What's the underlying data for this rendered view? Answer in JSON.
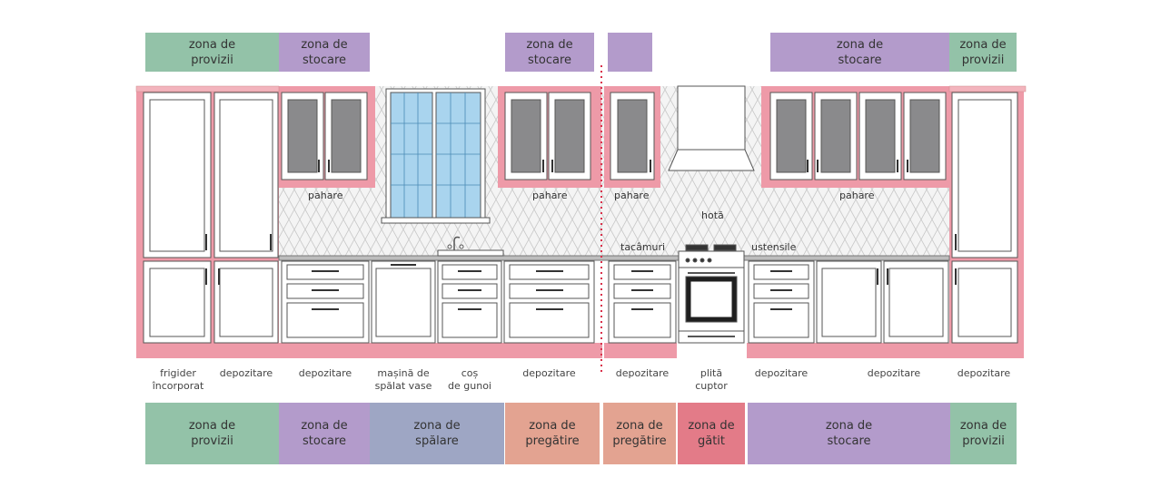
{
  "top_zones": [
    {
      "text": "zona de\nprovizii",
      "kind": "provizii"
    },
    {
      "text": "zona de\nstocare",
      "kind": "stocare"
    },
    {
      "text": "zona de\nstocare",
      "kind": "stocare"
    },
    {
      "text": "",
      "kind": "stocare"
    },
    {
      "text": "zona de\nstocare",
      "kind": "stocare"
    },
    {
      "text": "zona de\nprovizii",
      "kind": "provizii"
    }
  ],
  "bottom_zones": [
    {
      "text": "zona de\nprovizii",
      "kind": "provizii"
    },
    {
      "text": "zona de\nstocare",
      "kind": "stocare"
    },
    {
      "text": "zona de\nspălare",
      "kind": "spalare"
    },
    {
      "text": "zona de\npregătire",
      "kind": "pregatire"
    },
    {
      "text": "zona de\npregătire",
      "kind": "pregatire"
    },
    {
      "text": "zona de\ngătit",
      "kind": "gatit"
    },
    {
      "text": "zona de\nstocare",
      "kind": "stocare"
    },
    {
      "text": "zona de\nprovizii",
      "kind": "provizii"
    }
  ],
  "module_labels": [
    "frigider\nîncorporat",
    "depozitare",
    "depozitare",
    "mașină de\nspălat vase",
    "coș\nde gunoi",
    "depozitare",
    "depozitare",
    "plită\ncuptor",
    "depozitare",
    "depozitare",
    "depozitare"
  ],
  "inner_labels": {
    "pahare_1": "pahare",
    "pahare_2": "pahare",
    "pahare_3": "pahare",
    "pahare_4": "pahare",
    "hota": "hotă",
    "tacamuri": "tacâmuri",
    "ustensile": "ustensile"
  },
  "colors": {
    "provizii": "#93c2a8",
    "stocare": "#b39bcb",
    "spalare": "#9ea6c4",
    "pregatire": "#e3a391",
    "gatit": "#e37b88",
    "highlight": "#ee9aa8",
    "divider": "#d9304a"
  }
}
